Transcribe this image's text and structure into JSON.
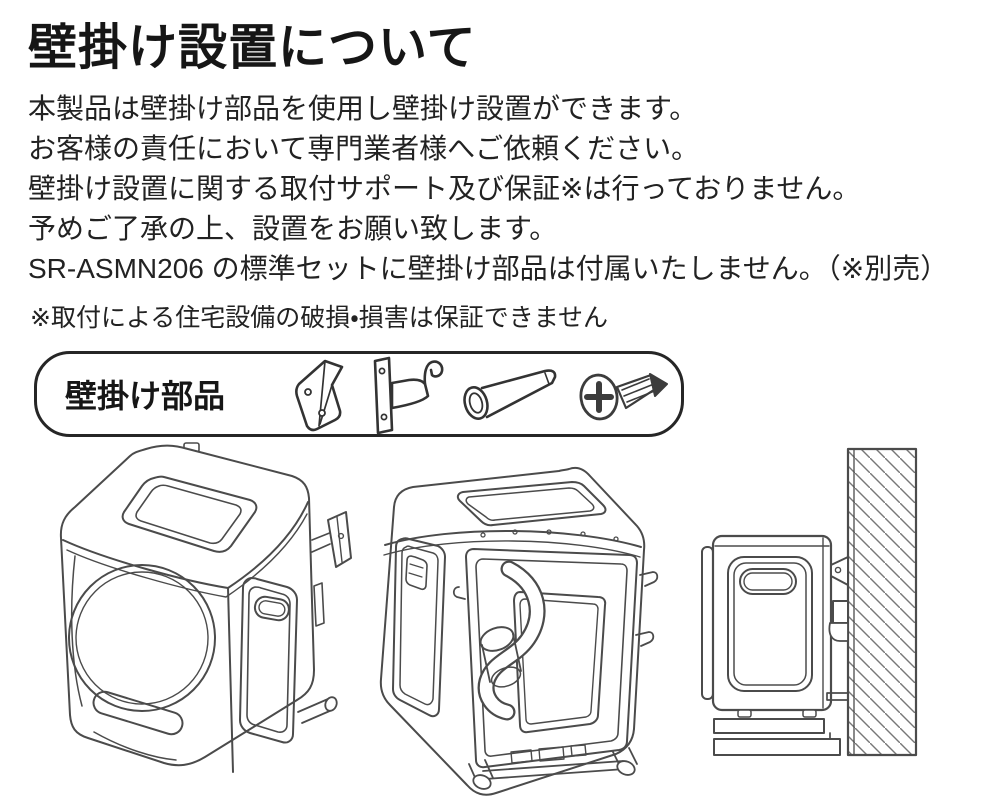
{
  "page": {
    "title": "壁掛け設置について",
    "intro_lines": [
      "本製品は壁掛け部品を使用し壁掛け設置ができます。",
      "お客様の責任において専門業者様へご依頼ください。",
      "壁掛け設置に関する取付サポート及び保証※は行っておりません。",
      "予めご了承の上、設置をお願い致します。",
      "SR-ASMN206 の標準セットに壁掛け部品は付属いたしません。（※別売）"
    ],
    "note": "※取付による住宅設備の破損・損害は保証できません",
    "parts_box": {
      "label": "壁掛け部品",
      "icons": [
        {
          "name": "wedge-bracket-icon",
          "meaning": "wall-mount wedge bracket"
        },
        {
          "name": "hook-bracket-icon",
          "meaning": "hanging hook bracket"
        },
        {
          "name": "wall-anchor-icon",
          "meaning": "wall anchor plug"
        },
        {
          "name": "mounting-screw-icon",
          "meaning": "phillips mounting screw"
        }
      ]
    },
    "figures": [
      {
        "name": "washer-front-left-view",
        "description": "front three-quarter view of unit with round door and side hook"
      },
      {
        "name": "washer-rear-view",
        "description": "rear three-quarter view of unit with hose and mounting hooks"
      },
      {
        "name": "washer-wall-mounted-view",
        "description": "side view of unit hung on hatched wall with brackets above stand"
      }
    ],
    "colors": {
      "text": "#1c1c1c",
      "line_art": "#4b4b4b",
      "box_border": "#262626",
      "screw_tip": "#3c3c3c",
      "background": "#ffffff"
    }
  }
}
